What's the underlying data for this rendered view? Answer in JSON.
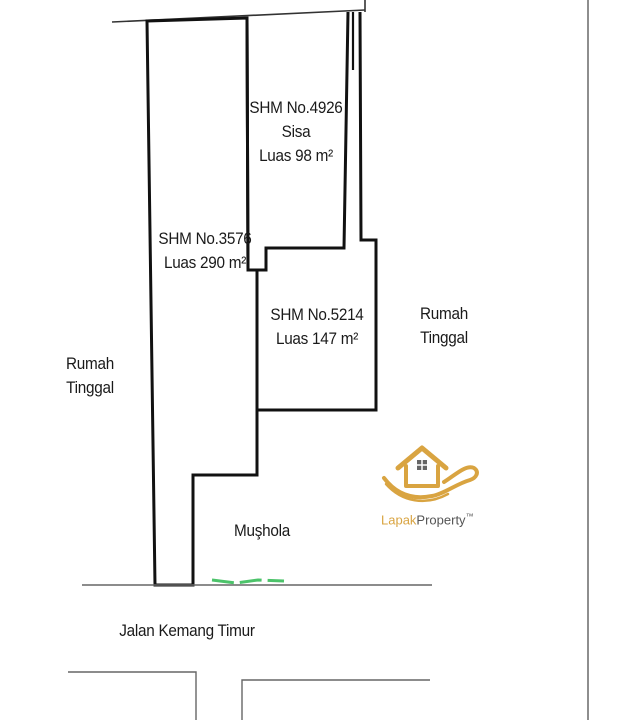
{
  "parcels": {
    "shm_4926": {
      "cert": "SHM No.4926",
      "note": "Sisa",
      "area": "Luas 98 m²"
    },
    "shm_3576": {
      "cert": "SHM No.3576",
      "area": "Luas 290 m²"
    },
    "shm_5214": {
      "cert": "SHM No.5214",
      "area": "Luas 147 m²"
    }
  },
  "surroundings": {
    "left": {
      "line1": "Rumah",
      "line2": "Tinggal"
    },
    "right": {
      "line1": "Rumah",
      "line2": "Tinggal"
    },
    "mushola": "Muşhola",
    "road": "Jalan Kemang Timur"
  },
  "logo": {
    "brand_part1": "Lapak",
    "brand_part2": "Property",
    "mark": "™",
    "icon": "house-in-hand-icon",
    "colors": {
      "primary": "#d9a441",
      "secondary": "#555555"
    }
  }
}
